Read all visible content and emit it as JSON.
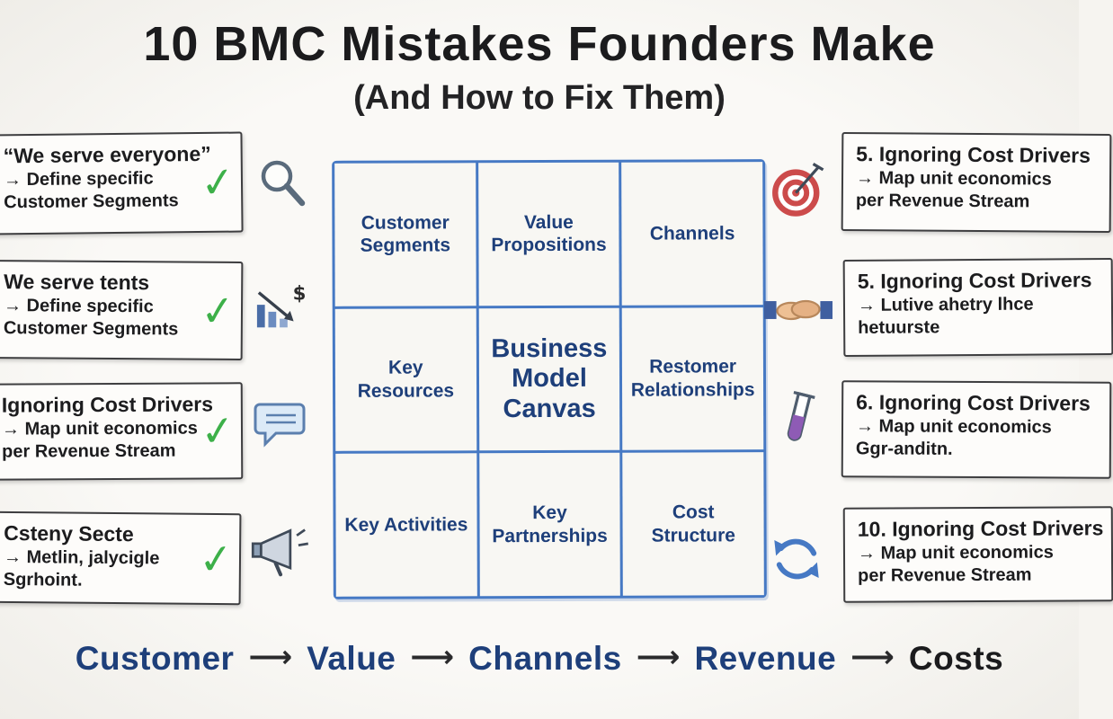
{
  "title": "10 BMC Mistakes Founders Make",
  "subtitle": "(And How to Fix Them)",
  "colors": {
    "navy": "#1e3f7a",
    "grid_blue": "#4679c4",
    "check_green": "#3db049",
    "ink": "#1b1b1d",
    "background": "#f6f4f0"
  },
  "check_glyph": "✓",
  "left_notes": [
    {
      "icon": "magnifier-icon",
      "lines": [
        "“We serve everyone”",
        "→ Define specific",
        "Customer Segments"
      ]
    },
    {
      "icon": "declining-chart-icon",
      "lines": [
        "We serve tents",
        "→ Define specific",
        "Customer Segments"
      ]
    },
    {
      "icon": "speech-bubble-icon",
      "lines": [
        "Ignoring Cost Drivers",
        "→ Map unit economics",
        "per Revenue Stream"
      ]
    },
    {
      "icon": "megaphone-icon",
      "lines": [
        "Csteny Secte",
        "→ Metlin, jalycigle",
        "Sgrhoint."
      ]
    }
  ],
  "right_notes": [
    {
      "icon": "target-icon",
      "lines": [
        "5. Ignoring Cost Drivers",
        "→ Map unit economics",
        "per Revenue Stream"
      ]
    },
    {
      "icon": "handshake-icon",
      "lines": [
        "5. Ignoring Cost Drivers",
        "→ Lutive ahetry lhce",
        "hetuurste"
      ]
    },
    {
      "icon": "test-tube-icon",
      "lines": [
        "6. Ignoring Cost Drivers",
        "→ Map unit economics",
        "Ggr-anditn."
      ]
    },
    {
      "icon": "cycle-arrows-icon",
      "lines": [
        "10. Ignoring Cost Drivers",
        "→ Map unit economics",
        "per Revenue Stream"
      ]
    }
  ],
  "canvas": {
    "cells": [
      "Customer Segments",
      "Value Propositions",
      "Channels",
      "Key Resources",
      "Business Model Canvas",
      "Restomer Relationships",
      "Key Activities",
      "Key Partnerships",
      "Cost Structure"
    ]
  },
  "flow": {
    "steps": [
      "Customer",
      "Value",
      "Channels",
      "Revenue",
      "Costs"
    ],
    "arrow": "⟶"
  }
}
